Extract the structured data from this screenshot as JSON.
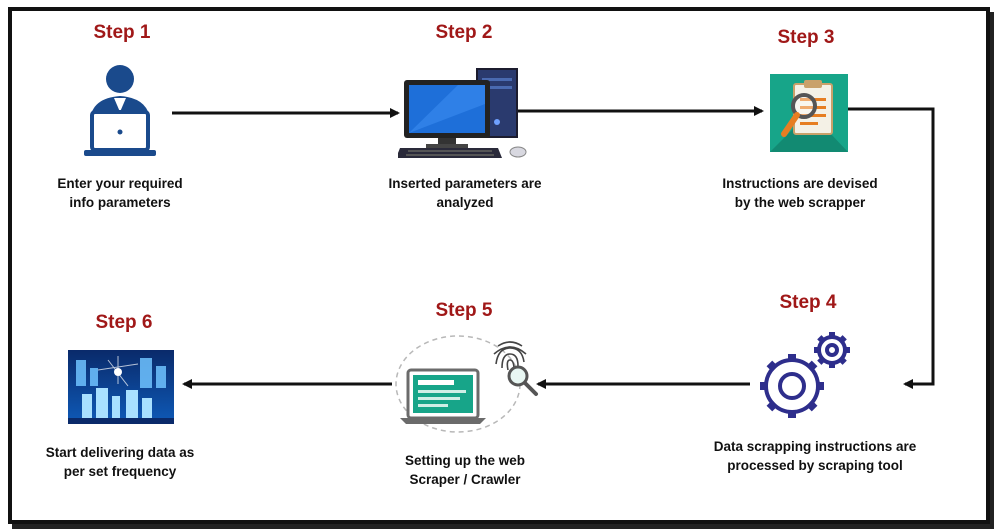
{
  "steps": [
    {
      "title": "Step 1",
      "caption": [
        "Enter your required",
        "info parameters"
      ],
      "icon": "user-laptop-icon"
    },
    {
      "title": "Step 2",
      "caption": [
        "Inserted parameters are",
        "analyzed"
      ],
      "icon": "desktop-computer-icon"
    },
    {
      "title": "Step 3",
      "caption": [
        "Instructions are devised",
        "by the web scrapper"
      ],
      "icon": "clipboard-magnifier-icon"
    },
    {
      "title": "Step 4",
      "caption": [
        "Data scrapping instructions are",
        "processed by scraping tool"
      ],
      "icon": "gears-icon"
    },
    {
      "title": "Step 5",
      "caption": [
        "Setting up the web",
        "Scraper / Crawler"
      ],
      "icon": "laptop-fingerprint-icon"
    },
    {
      "title": "Step 6",
      "caption": [
        "Start delivering data as",
        "per set frequency"
      ],
      "icon": "data-city-icon"
    }
  ],
  "colors": {
    "step_title": "#a01818",
    "arrow": "#111111",
    "icon_blue": "#1a4a8c",
    "gear": "#2e2e8c",
    "teal": "#17a589"
  }
}
